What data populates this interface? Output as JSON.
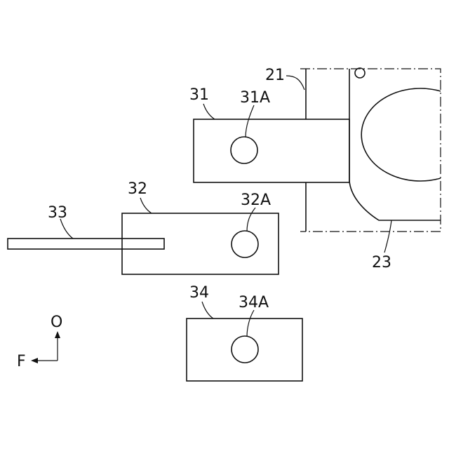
{
  "labels": {
    "ref_21": "21",
    "ref_23": "23",
    "ref_31": "31",
    "ref_31A": "31A",
    "ref_32": "32",
    "ref_32A": "32A",
    "ref_33": "33",
    "ref_34": "34",
    "ref_34A": "34A"
  },
  "axes": {
    "up": "O",
    "left": "F"
  },
  "colors": {
    "line": "#111111",
    "background": "#ffffff"
  }
}
